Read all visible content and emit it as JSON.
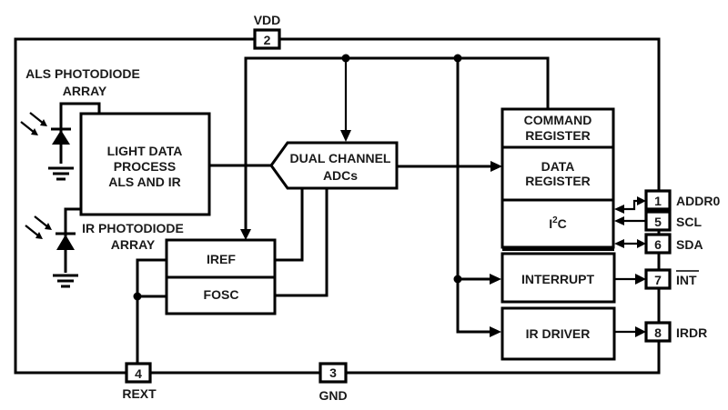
{
  "diagram": {
    "type": "block-diagram",
    "pins": {
      "vdd": {
        "number": "2",
        "name": "VDD"
      },
      "gnd": {
        "number": "3",
        "name": "GND"
      },
      "rext": {
        "number": "4",
        "name": "REXT"
      },
      "addr0": {
        "number": "1",
        "name": "ADDR0"
      },
      "scl": {
        "number": "5",
        "name": "SCL"
      },
      "sda": {
        "number": "6",
        "name": "SDA"
      },
      "int": {
        "number": "7",
        "name": "INT",
        "active_low": true
      },
      "irdr": {
        "number": "8",
        "name": "IRDR"
      }
    },
    "blocks": {
      "als_photodiode": {
        "line1": "ALS PHOTODIODE",
        "line2": "ARRAY"
      },
      "ir_photodiode": {
        "line1": "IR PHOTODIODE",
        "line2": "ARRAY"
      },
      "light_data": {
        "line1": "LIGHT DATA",
        "line2": "PROCESS",
        "line3": "ALS AND IR"
      },
      "adc": {
        "line1": "DUAL CHANNEL",
        "line2": "ADCs"
      },
      "iref": {
        "label": "IREF"
      },
      "fosc": {
        "label": "FOSC"
      },
      "command_register": {
        "line1": "COMMAND",
        "line2": "REGISTER"
      },
      "data_register": {
        "line1": "DATA",
        "line2": "REGISTER"
      },
      "i2c": {
        "label_main": "I",
        "label_sup": "2",
        "label_tail": "C"
      },
      "interrupt": {
        "label": "INTERRUPT"
      },
      "ir_driver": {
        "label": "IR DRIVER"
      }
    },
    "connections": [
      {
        "from": "VDD",
        "to": "internal supply bus"
      },
      {
        "from": "supply bus",
        "to": "DUAL CHANNEL ADCs",
        "arrow": true
      },
      {
        "from": "supply bus",
        "to": "IREF",
        "arrow": true
      },
      {
        "from": "supply bus",
        "to": "COMMAND REGISTER"
      },
      {
        "from": "supply bus",
        "to": "INTERRUPT",
        "arrow": true
      },
      {
        "from": "supply bus",
        "to": "IR DRIVER",
        "arrow": true
      },
      {
        "from": "LIGHT DATA PROCESS",
        "to": "DUAL CHANNEL ADCs"
      },
      {
        "from": "DUAL CHANNEL ADCs",
        "to": "DATA REGISTER",
        "arrow": true
      },
      {
        "from": "IREF",
        "to": "DUAL CHANNEL ADCs"
      },
      {
        "from": "FOSC",
        "to": "DUAL CHANNEL ADCs"
      },
      {
        "from": "ADDR0",
        "to": "I2C",
        "arrow": true
      },
      {
        "from": "SCL",
        "to": "I2C",
        "arrow": true
      },
      {
        "from": "SDA",
        "to": "I2C",
        "bidirectional": true
      },
      {
        "from": "INTERRUPT",
        "to": "INT",
        "arrow": true
      },
      {
        "from": "IR DRIVER",
        "to": "IRDR",
        "arrow": true
      },
      {
        "from": "REXT",
        "to": "IREF/FOSC"
      }
    ]
  }
}
